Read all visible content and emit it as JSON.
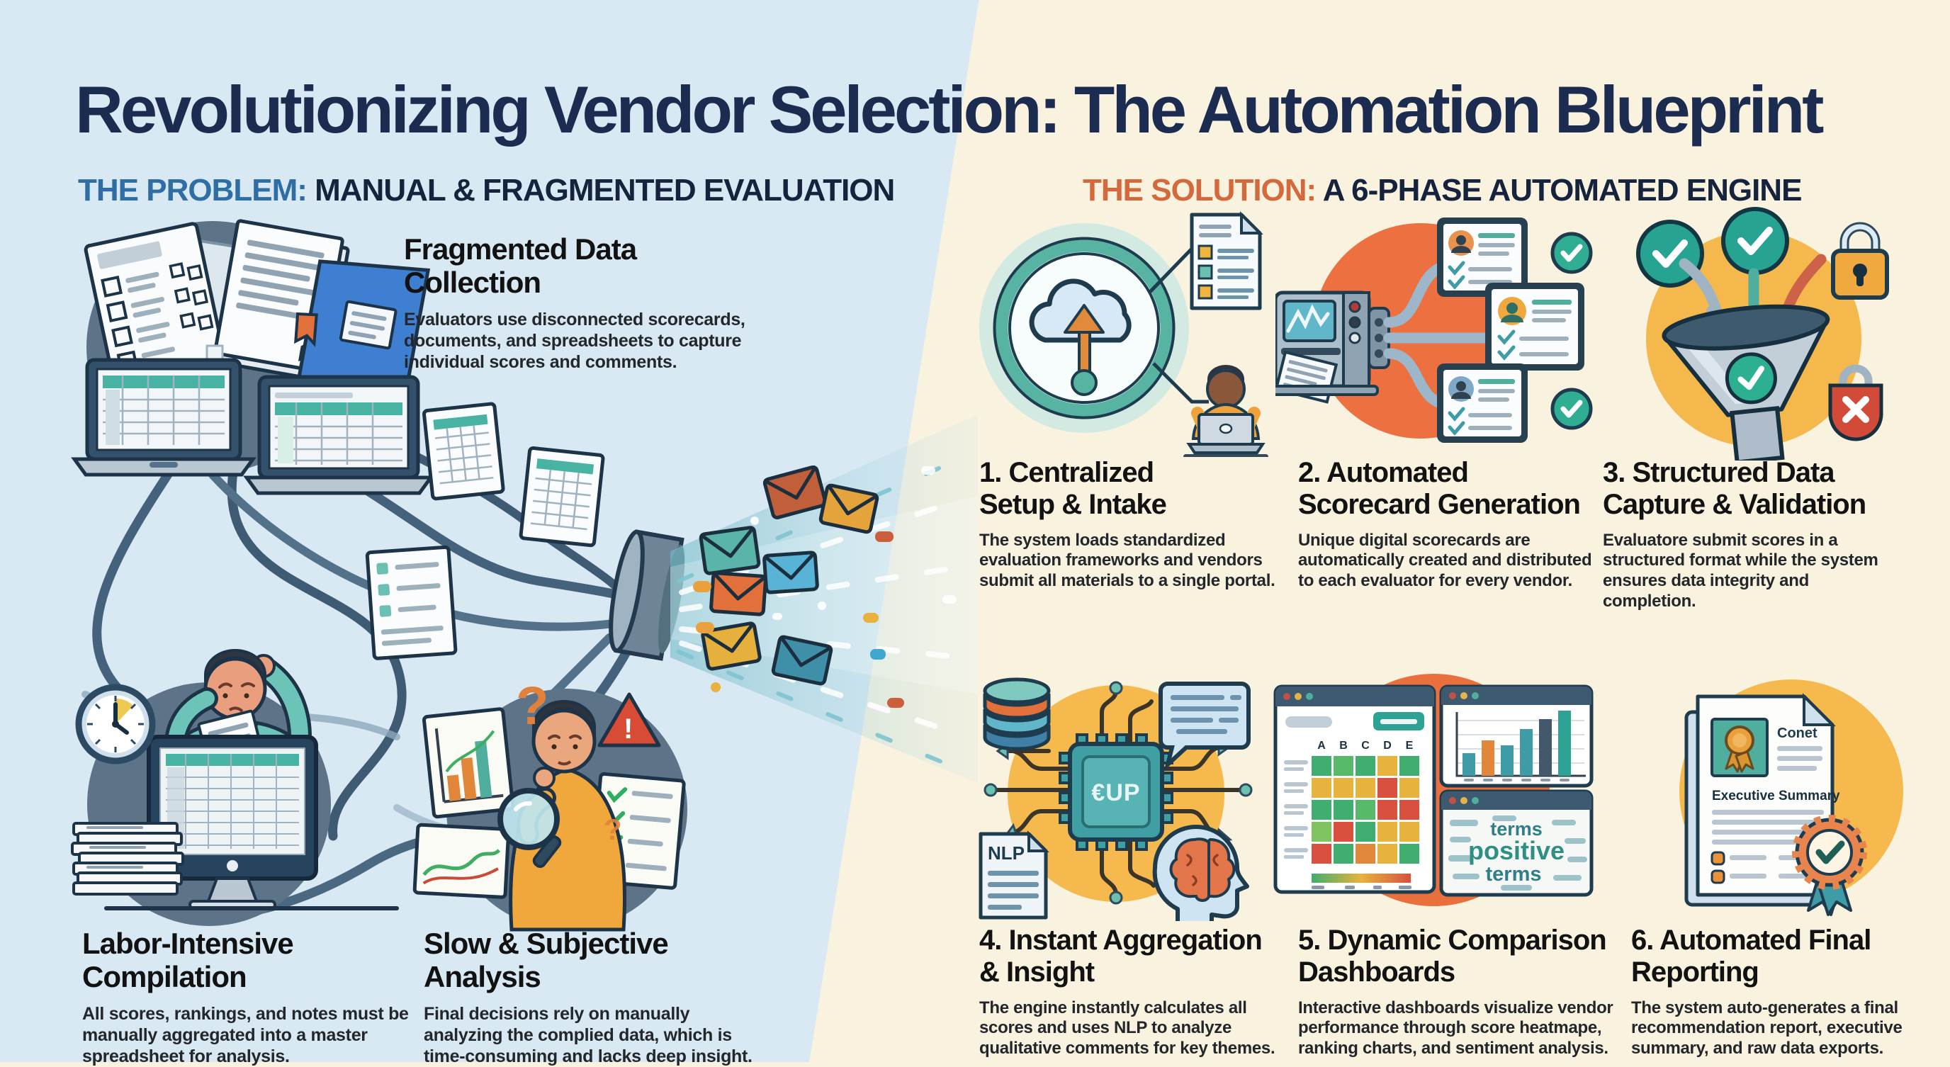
{
  "title": "Revolutionizing Vendor Selection: The Automation Blueprint",
  "problem": {
    "label": "THE PROBLEM:",
    "heading": " MANUAL & FRAGMENTED EVALUATION",
    "items": [
      {
        "title": "Fragmented Data Collection",
        "body": "Evaluators use disconnected scorecards, documents, and spreadsheets to capture individual scores and comments.",
        "icon": "tangled-documents-laptops"
      },
      {
        "title": "Labor-Intensive Compilation",
        "body": "All scores, rankings, and notes must be manually aggregated into a master spreadsheet for analysis.",
        "icon": "stressed-worker-spreadsheet-clock-paper-stack"
      },
      {
        "title": "Slow & Subjective Analysis",
        "body": "Final decisions rely on manually analyzing the complied data, which is time-consuming and lacks deep insight.",
        "icon": "analyst-magnifier-question-marks-warning"
      }
    ]
  },
  "solution": {
    "label": "THE SOLUTION:",
    "heading": " A 6-PHASE AUTOMATED ENGINE",
    "phases": [
      {
        "title": "1. Centralized Setup & Intake",
        "body": "The system loads standardized evaluation frameworks and vendors submit all materials to a single portal.",
        "icon": "cloud-upload-portal"
      },
      {
        "title": "2. Automated Scorecard Generation",
        "body": "Unique digital scorecards are automatically created and distributed to each evaluator for every vendor.",
        "icon": "machine-distributing-scorecards"
      },
      {
        "title": "3. Structured Data Capture & Validation",
        "body": "Evaluatore submit scores in a structured format while the system ensures data integrity and completion.",
        "icon": "validation-funnel-checks-locks"
      },
      {
        "title": "4. Instant Aggregation & Insight",
        "body": "The engine instantly calculates all scores and uses NLP to analyze qualitative comments for key themes.",
        "icon": "cpu-nlp-brain-database"
      },
      {
        "title": "5. Dynamic Comparison Dashboards",
        "body": "Interactive dashboards visualize vendor performance through score heatmape, ranking charts, and sentiment analysis.",
        "icon": "heatmap-barchart-wordcloud-dashboards"
      },
      {
        "title": "6. Automated Final Reporting",
        "body": "The system auto-generates a final recommendation report, executive summary, and raw data exports.",
        "icon": "report-with-award-seal"
      }
    ]
  },
  "icon_text": {
    "cpu_label": "€UP",
    "nlp_label": "NLP",
    "report_title": "Conet",
    "report_section": "Executive Summary",
    "heatmap_columns": [
      "A",
      "B",
      "C",
      "D",
      "E"
    ],
    "wordcloud": [
      "terms",
      "positive",
      "terms"
    ]
  },
  "colors": {
    "background_left": "#d8e9f3",
    "background_right": "#f8f2df",
    "title_navy": "#1b2c50",
    "problem_accent": "#2f6ea5",
    "solution_accent": "#d4693b",
    "teal": "#2fa296",
    "orange_circle": "#ec7040",
    "yellow_circle": "#f5b94e",
    "slate_circle": "#5d7488"
  }
}
